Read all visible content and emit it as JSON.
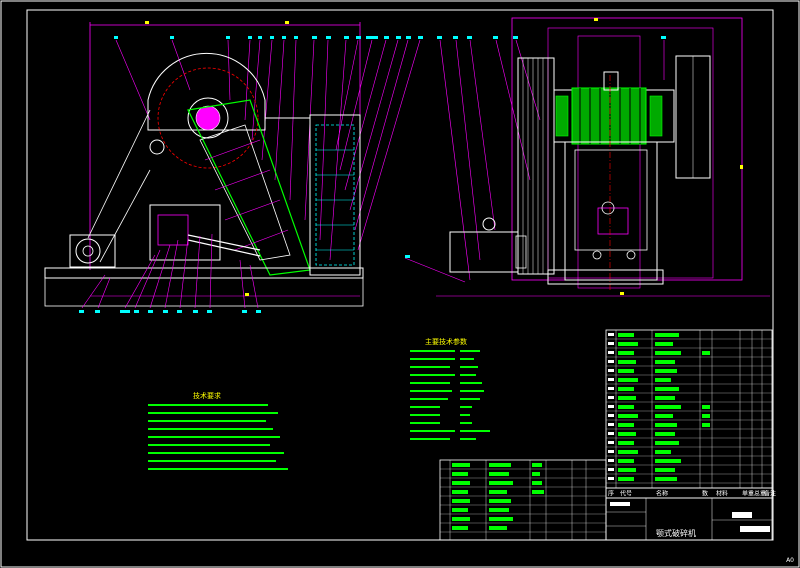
{
  "drawing": {
    "main_title": "颚式破碎机",
    "sheet_number": "A0"
  },
  "parts_header": {
    "cols": [
      "序",
      "代号",
      "名称",
      "数",
      "材料",
      "单重",
      "总重",
      "备注"
    ]
  },
  "tech_params": {
    "title": "主要技术参数"
  },
  "tech_requirements": {
    "title": "技术要求"
  },
  "colors": {
    "background": "#000000",
    "frame": "#ffffff",
    "magenta": "#ff00ff",
    "cyan": "#00ffff",
    "green": "#00ff00",
    "yellow": "#ffff00",
    "red": "#ff0000"
  }
}
